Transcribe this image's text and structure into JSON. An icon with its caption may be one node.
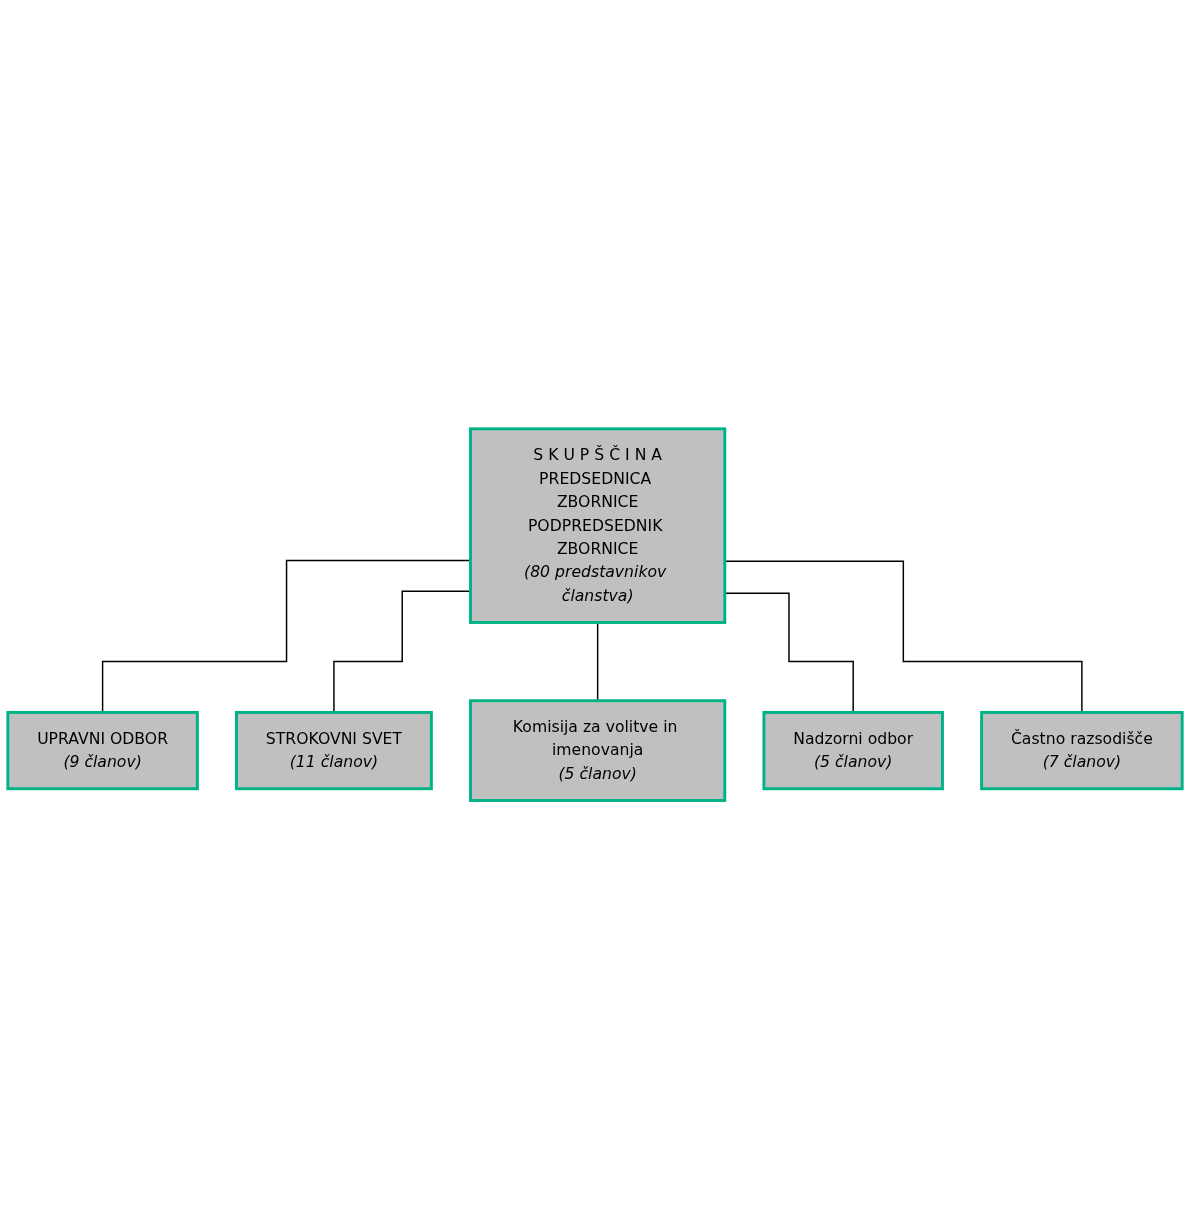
{
  "diagram": {
    "nodes": [
      {
        "text": [
          "S K U P Š Č I N A",
          "PREDSEDNICA ZBORNICE",
          "PODPREDSEDNIK ZBORNICE",
          "(80 predstavnikov članstva)"
        ]
      },
      {
        "text": [
          "UPRAVNI ODBOR",
          "(9 članov)"
        ]
      },
      {
        "text": [
          "STROKOVNI SVET",
          "(11 članov)"
        ]
      },
      {
        "text": [
          "Komisija za volitve in imenovanja",
          "(5 članov)"
        ]
      },
      {
        "text": [
          "Nadzorni odbor",
          "(5 članov)"
        ]
      },
      {
        "text": [
          "Častno razsodišče",
          "(7 članov)"
        ]
      }
    ],
    "edges": [
      {
        "from": 0,
        "to": 1,
        "arrow": "none"
      },
      {
        "from": 0,
        "to": 2,
        "arrow": "none"
      },
      {
        "from": 0,
        "to": 3,
        "arrow": "none"
      },
      {
        "from": 0,
        "to": 4,
        "arrow": "none"
      },
      {
        "from": 0,
        "to": 5,
        "arrow": "none"
      }
    ]
  }
}
